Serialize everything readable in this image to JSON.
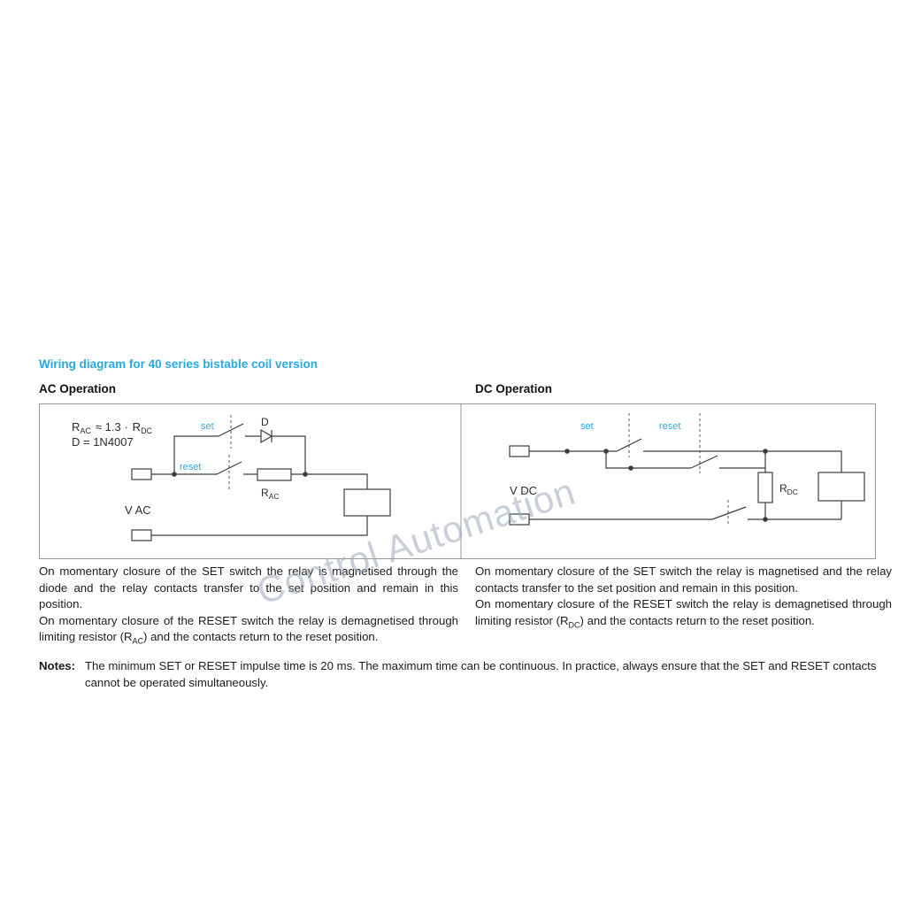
{
  "page": {
    "heading": "Wiring diagram for 40 series bistable coil version",
    "watermark": "Control Automation",
    "accent_color": "#29a9df",
    "line_color": "#3c3c3c"
  },
  "ac": {
    "title": "AC Operation",
    "formula_r1": "R",
    "formula_r1_sub": "AC",
    "formula_mid": "≈ 1.3 ·",
    "formula_r2": "R",
    "formula_r2_sub": "DC",
    "formula_line2": "D = 1N4007",
    "set_label": "set",
    "reset_label": "reset",
    "diode_label": "D",
    "resistor_label": "R",
    "resistor_sub": "AC",
    "supply_label": "V AC",
    "para1": "On momentary closure of the SET switch the relay is magnetised through the diode and the relay contacts transfer to the set position and remain in this position.",
    "para2_pre": "On momentary closure of the RESET switch the relay is demagnetised through limiting resistor (R",
    "para2_sub": "AC",
    "para2_post": ") and the contacts return to the reset position."
  },
  "dc": {
    "title": "DC Operation",
    "set_label": "set",
    "reset_label": "reset",
    "resistor_label": "R",
    "resistor_sub": "DC",
    "supply_label": "V DC",
    "para1": "On momentary closure of the SET switch the relay is magnetised and the relay contacts transfer to the set position and remain in this position.",
    "para2_pre": "On momentary closure of the RESET switch the relay is demagnetised through limiting resistor (R",
    "para2_sub": "DC",
    "para2_post": ") and the contacts return to the reset position."
  },
  "notes": {
    "label": "Notes:",
    "text": "The minimum SET or RESET impulse time is 20 ms. The maximum time can be continuous. In practice, always ensure that the SET and RESET contacts cannot be operated simultaneously."
  }
}
